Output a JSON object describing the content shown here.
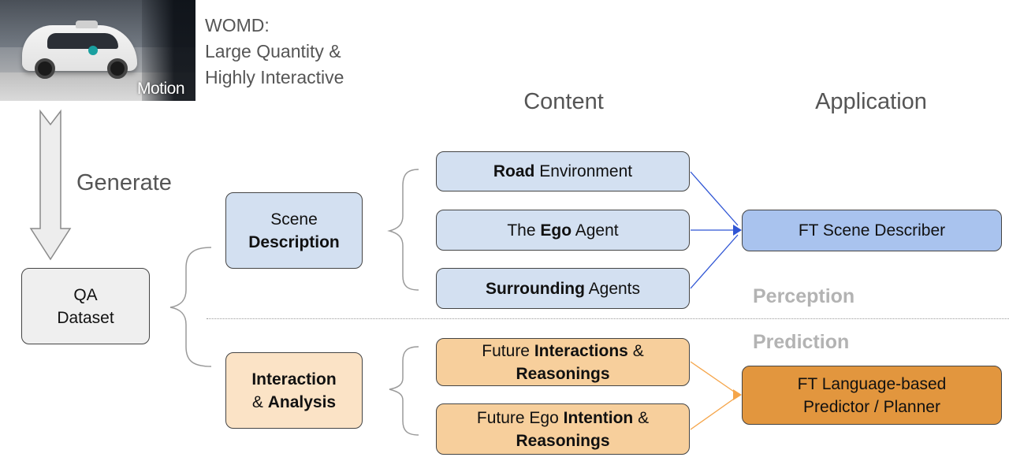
{
  "photo": {
    "watermark": "Motion"
  },
  "womd": {
    "lines": [
      "WOMD:",
      "Large Quantity &",
      "Highly Interactive"
    ]
  },
  "headers": {
    "content": "Content",
    "application": "Application"
  },
  "generate_label": "Generate",
  "qa_dataset": {
    "line1": "QA",
    "line2": "Dataset"
  },
  "categories": {
    "scene": {
      "line1": "Scene",
      "line2": "Description"
    },
    "interaction": {
      "line1": "Interaction",
      "line2_prefix": "& ",
      "line2_bold": "Analysis"
    }
  },
  "content_items": {
    "road": {
      "bold": "Road",
      "rest": " Environment"
    },
    "ego": {
      "pre": "The ",
      "bold": "Ego",
      "post": " Agent"
    },
    "surrounding": {
      "bold": "Surrounding",
      "rest": " Agents"
    },
    "future_interactions": {
      "pre": "Future ",
      "bold": "Interactions",
      "post": " &",
      "line2_bold": "Reasonings"
    },
    "future_ego": {
      "pre": "Future Ego ",
      "bold": "Intention",
      "post": " &",
      "line2_bold": "Reasonings"
    }
  },
  "applications": {
    "scene_describer": "FT Scene Describer",
    "predictor_line1": "FT Language-based",
    "predictor_line2": "Predictor / Planner"
  },
  "phases": {
    "perception": "Perception",
    "prediction": "Prediction"
  },
  "colors": {
    "blue_box": "#d3e0f1",
    "blue_strong": "#a9c3ee",
    "blue_arrow": "#2f55d4",
    "orange_box": "#fbe3c6",
    "orange_mid": "#f7cf9c",
    "orange_strong": "#e2963e",
    "orange_arrow": "#f5a54a",
    "gray_box": "#efefef"
  }
}
